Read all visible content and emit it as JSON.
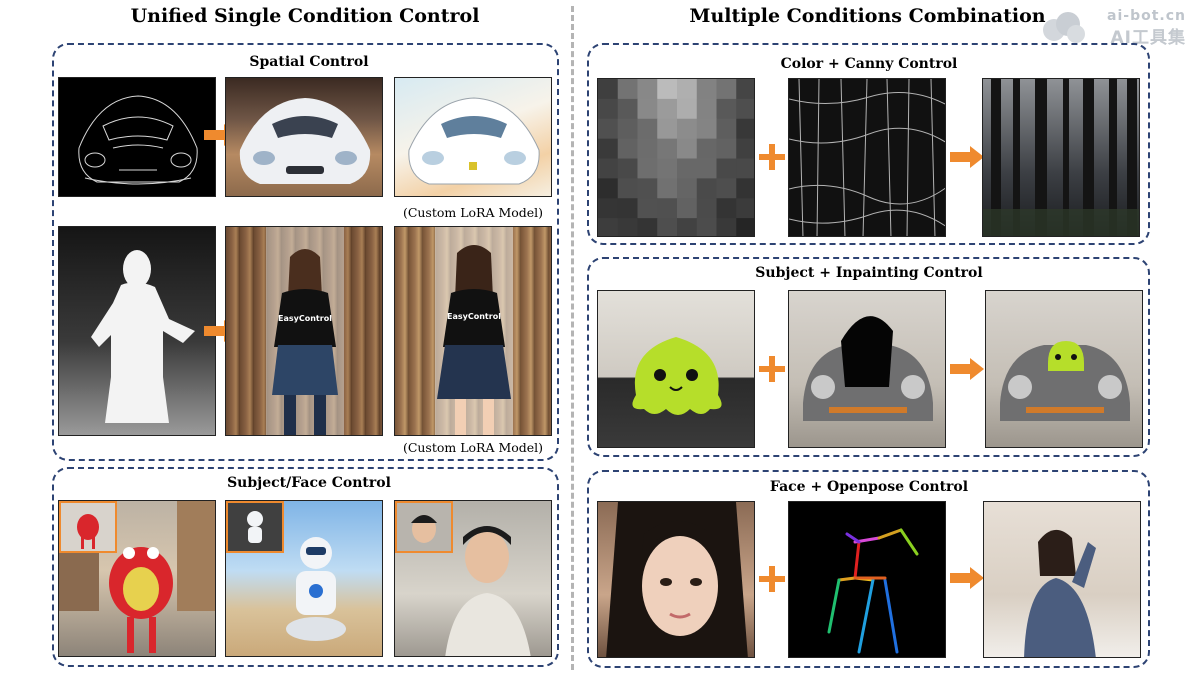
{
  "left_heading": "Unified Single Condition Control",
  "right_heading": "Multiple Conditions Combination",
  "watermark": {
    "line1": "ai-bot.cn",
    "line2": "AI工具集"
  },
  "spatial": {
    "title": "Spatial Control",
    "caption1": "(Custom LoRA Model)",
    "caption2": "(Custom LoRA Model)",
    "shirt_text": "EasyControl"
  },
  "subject_face": {
    "title": "Subject/Face Control"
  },
  "color_canny": {
    "title": "Color + Canny Control"
  },
  "subject_inpaint": {
    "title": "Subject + Inpainting Control"
  },
  "face_openpose": {
    "title": "Face + Openpose Control"
  },
  "colors": {
    "panel_border": "#2d4373",
    "arrow": "#ef8a2e",
    "divider": "#b4b4b4"
  }
}
